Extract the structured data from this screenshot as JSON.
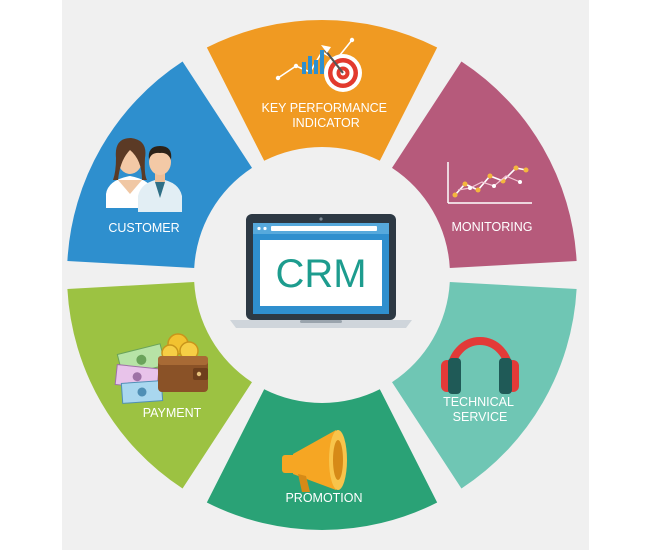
{
  "center": {
    "label": "CRM"
  },
  "colors": {
    "background": "#f0f0f0",
    "kpi": "#f09a22",
    "monitoring": "#b65a7b",
    "technical_service": "#6fc6b4",
    "promotion": "#2aa276",
    "payment": "#9cc242",
    "customer": "#2e8fce"
  },
  "segments": [
    {
      "id": "kpi",
      "lines": [
        "KEY PERFORMANCE",
        "INDICATOR"
      ],
      "icon": "target-chart-icon"
    },
    {
      "id": "monitoring",
      "lines": [
        "MONITORING"
      ],
      "icon": "line-chart-icon"
    },
    {
      "id": "technical_service",
      "lines": [
        "TECHNICAL",
        "SERVICE"
      ],
      "icon": "headphones-icon"
    },
    {
      "id": "promotion",
      "lines": [
        "PROMOTION"
      ],
      "icon": "megaphone-icon"
    },
    {
      "id": "payment",
      "lines": [
        "PAYMENT"
      ],
      "icon": "wallet-money-icon"
    },
    {
      "id": "customer",
      "lines": [
        "CUSTOMER"
      ],
      "icon": "people-icon"
    }
  ]
}
